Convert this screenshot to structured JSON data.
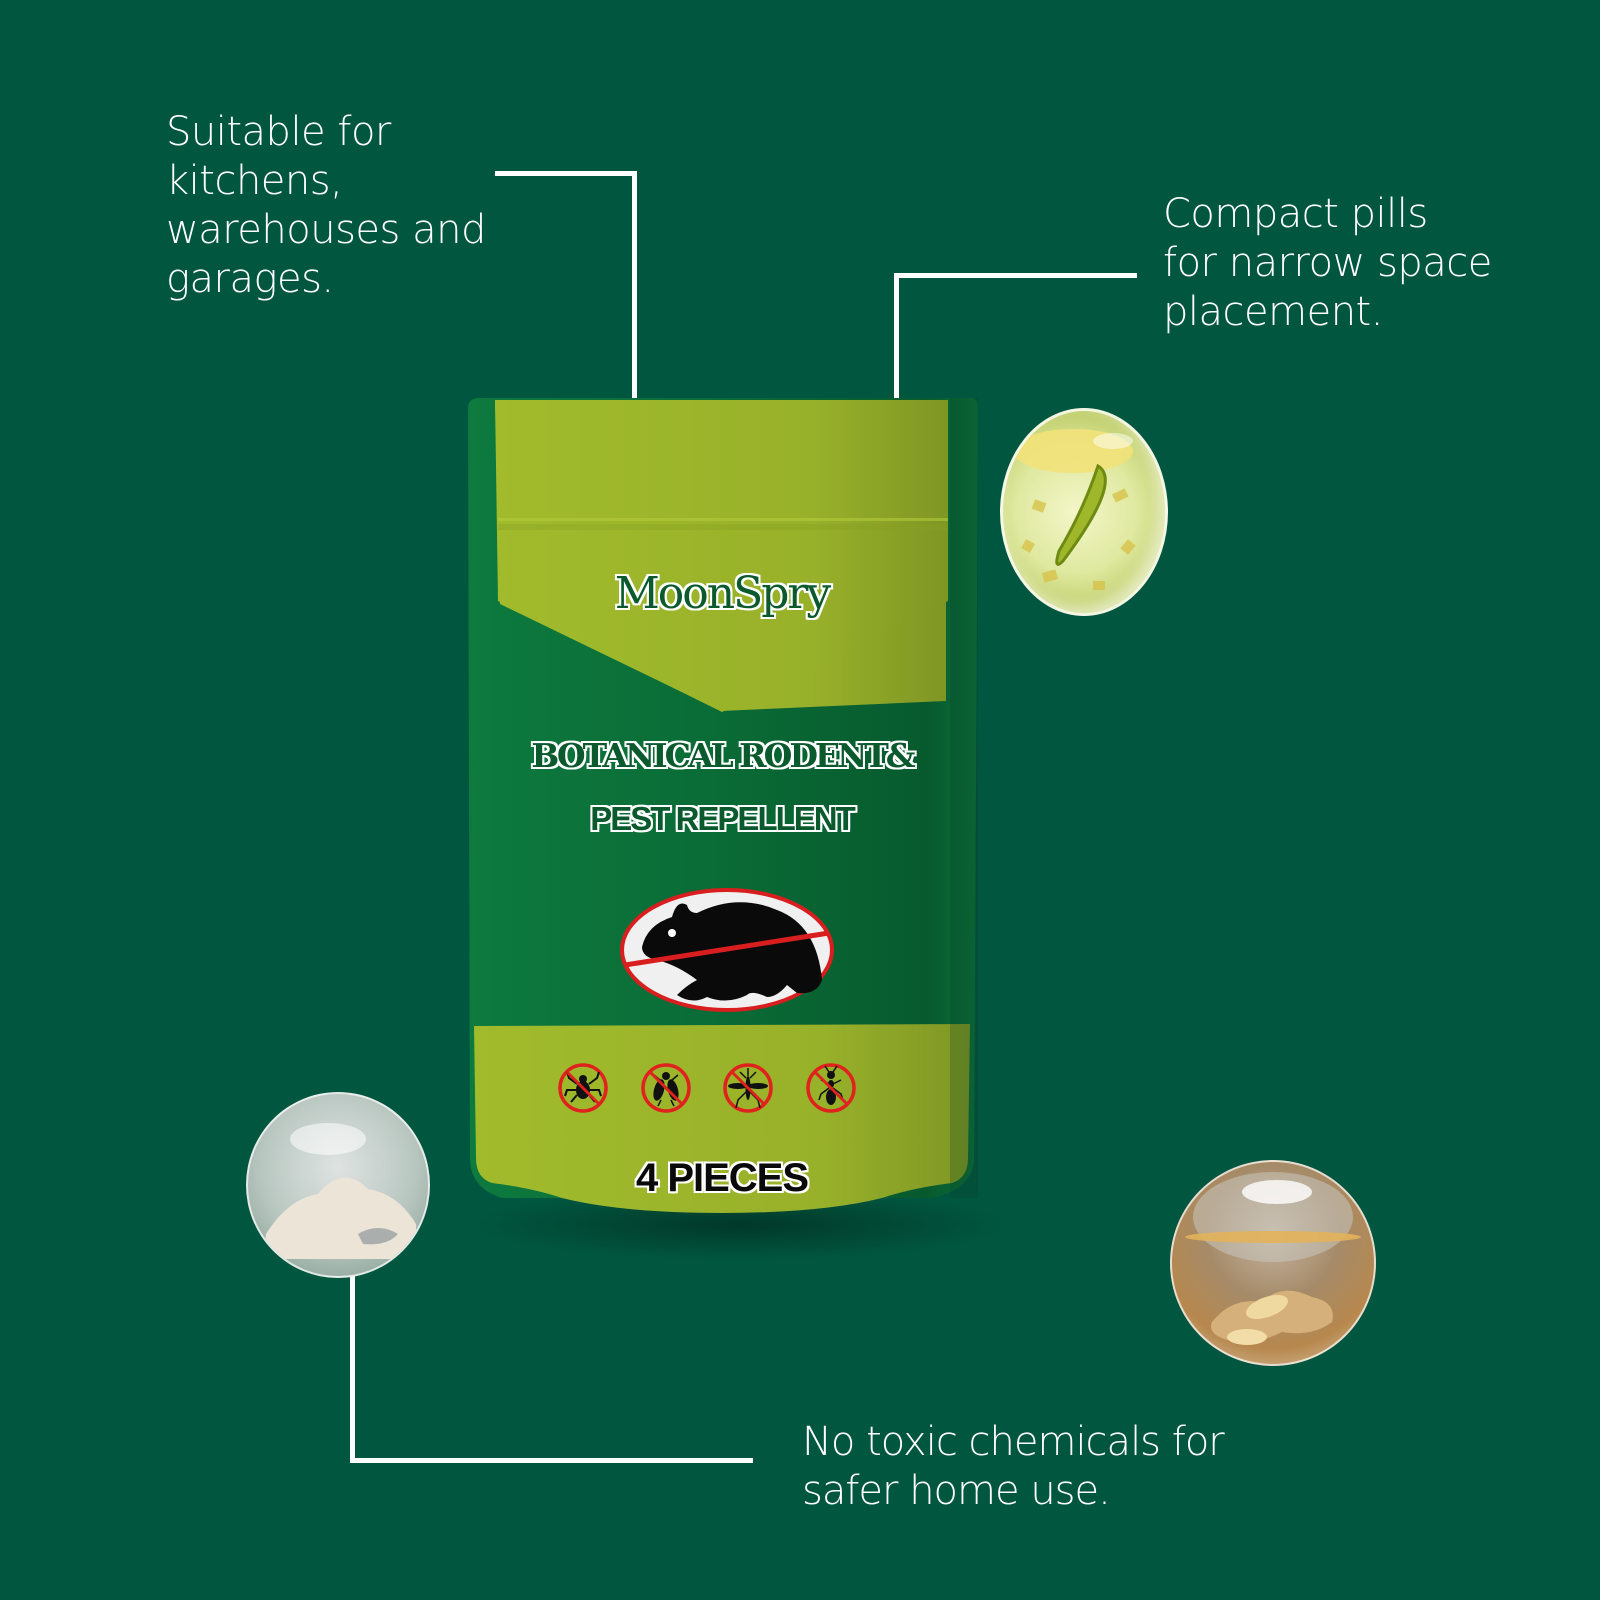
{
  "colors": {
    "background": "#015640",
    "pouch_dark_green": "#0b6b38",
    "pouch_lime": "#9cb52c",
    "accent_red": "#e0221e",
    "text_white": "#ffffff"
  },
  "callouts": [
    {
      "id": "suitability",
      "lines": [
        "Suitable for",
        "kitchens,",
        "warehouses and",
        "garages."
      ]
    },
    {
      "id": "compact",
      "lines": [
        "Compact pills",
        "for narrow space",
        "placement."
      ]
    },
    {
      "id": "non-toxic",
      "lines": [
        "No toxic chemicals for",
        "safer home use."
      ]
    }
  ],
  "product": {
    "brand": "MoonSpry",
    "title_line1": "BOTANICAL RODENT&",
    "title_line2": "PEST REPELLENT",
    "quantity": "4 PIECES",
    "main_icon": "no-rodent-icon",
    "pest_icons": [
      "no-tick-icon",
      "no-fly-icon",
      "no-mosquito-icon",
      "no-ant-icon"
    ]
  },
  "ingredients": [
    {
      "name": "lemon-extract-sphere"
    },
    {
      "name": "botanical-powder-sphere"
    },
    {
      "name": "ginger-extract-sphere"
    }
  ]
}
